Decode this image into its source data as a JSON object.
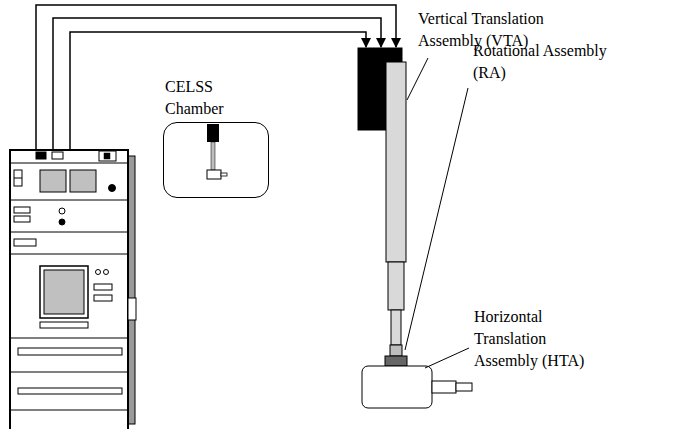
{
  "diagram": {
    "nodes": [
      {
        "text": [
          "CELSS Chamber"
        ]
      }
    ],
    "labels": [
      "Vertical Translation Assembly (VTA)",
      "Rotational Assembly (RA)",
      "Horizontal Translation Assembly (HTA)"
    ]
  }
}
